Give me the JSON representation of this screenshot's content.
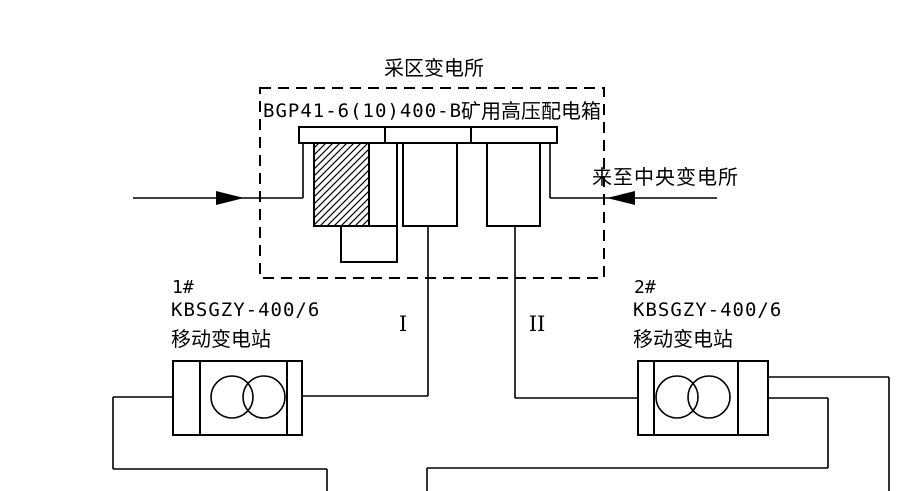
{
  "colors": {
    "line": "#000000",
    "background": "#ffffff"
  },
  "title": "采区变电所",
  "distribution_box": {
    "model": "BGP41-6(10)400-B",
    "name": "矿用高压配电箱"
  },
  "incoming_label": "来至中央变电所",
  "feeders": {
    "feeder1_label": "I",
    "feeder2_label": "II"
  },
  "transformers": [
    {
      "number": "1#",
      "model": "KBSGZY-400/6",
      "name": "移动变电站"
    },
    {
      "number": "2#",
      "model": "KBSGZY-400/6",
      "name": "移动变电站"
    }
  ]
}
